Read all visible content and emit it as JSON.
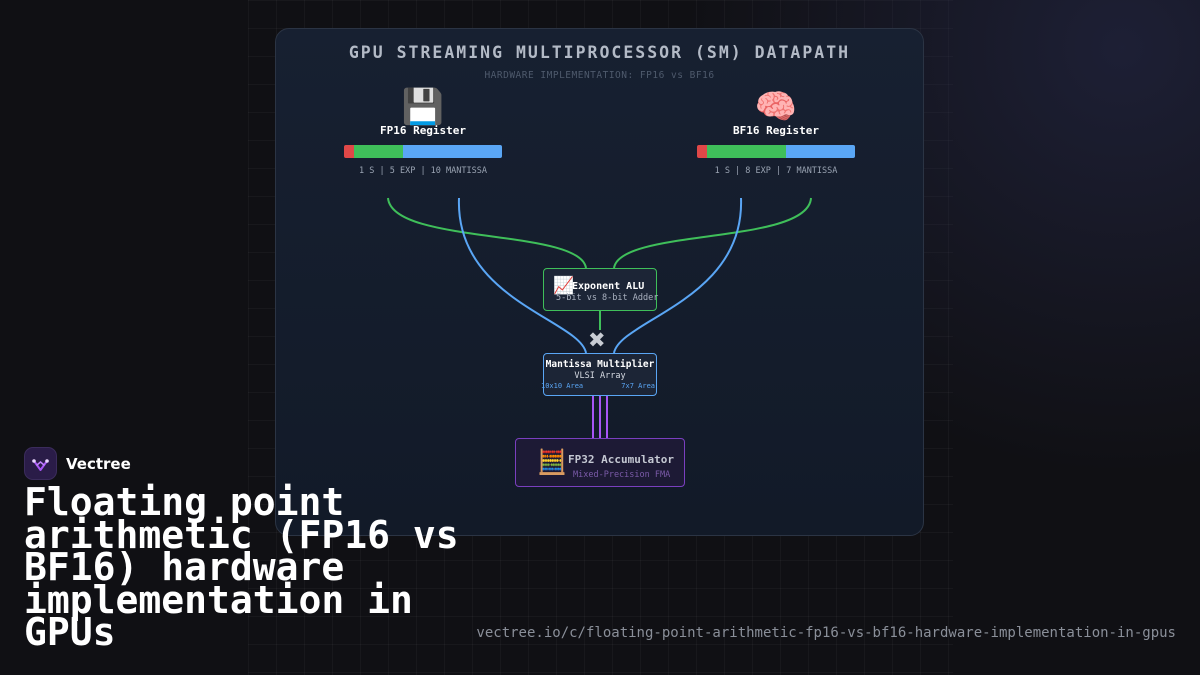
{
  "diagram": {
    "title": "GPU STREAMING MULTIPROCESSOR (SM) DATAPATH",
    "subtitle": "HARDWARE IMPLEMENTATION: FP16 vs BF16",
    "fp16_register": {
      "icon": "floppy-disk-icon",
      "glyph": "💾",
      "name": "FP16 Register",
      "layout": "1 S | 5 EXP | 10 MANTISSA",
      "bits": {
        "sign": 1,
        "exponent": 5,
        "mantissa": 10
      }
    },
    "bf16_register": {
      "icon": "brain-icon",
      "glyph": "🧠",
      "name": "BF16 Register",
      "layout": "1 S | 8 EXP | 7 MANTISSA",
      "bits": {
        "sign": 1,
        "exponent": 8,
        "mantissa": 7
      }
    },
    "exponent_alu": {
      "icon": "chart-increasing-icon",
      "glyph": "📈",
      "title": "Exponent ALU",
      "subtitle": "5-bit vs 8-bit Adder"
    },
    "multiply_glyph": "✖",
    "mantissa_multiplier": {
      "title": "Mantissa Multiplier",
      "subtitle": "VLSI Array",
      "fp16_area": "10x10 Area",
      "bf16_area": "7x7 Area"
    },
    "accumulator": {
      "icon": "abacus-icon",
      "glyph": "🧮",
      "title": "FP32 Accumulator",
      "subtitle": "Mixed-Precision FMA"
    },
    "colors": {
      "sign": "#e04848",
      "exponent": "#3fbf5a",
      "mantissa": "#5aa6f5",
      "accumulator": "#a855f7"
    }
  },
  "brand": {
    "name": "Vectree",
    "logo_icon": "vectree-logo-icon"
  },
  "headline": "Floating point arithmetic (FP16 vs BF16) hardware implementation in GPUs",
  "url": "vectree.io/c/floating-point-arithmetic-fp16-vs-bf16-hardware-implementation-in-gpus"
}
